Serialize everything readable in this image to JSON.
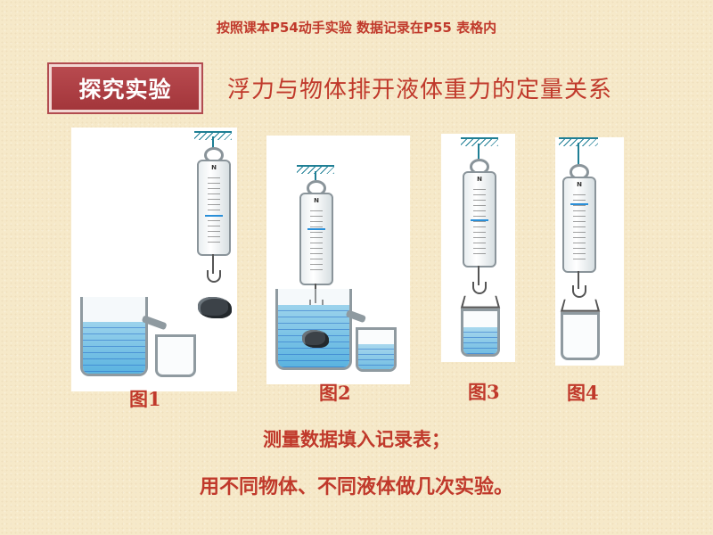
{
  "header": {
    "note": "按照课本P54动手实验  数据记录在P55 表格内",
    "badge": "探究实验",
    "title": "浮力与物体排开液体重力的定量关系"
  },
  "figures": [
    {
      "label": "图1"
    },
    {
      "label": "图2"
    },
    {
      "label": "图3"
    },
    {
      "label": "图4"
    }
  ],
  "scale": {
    "letter": "N"
  },
  "footer": {
    "line1": "测量数据填入记录表；",
    "line2": "用不同物体、不同液体做几次实验。"
  },
  "colors": {
    "accent_text": "#c0392b",
    "badge_bg": "#a93a3f",
    "water": "#5ab3e0"
  }
}
